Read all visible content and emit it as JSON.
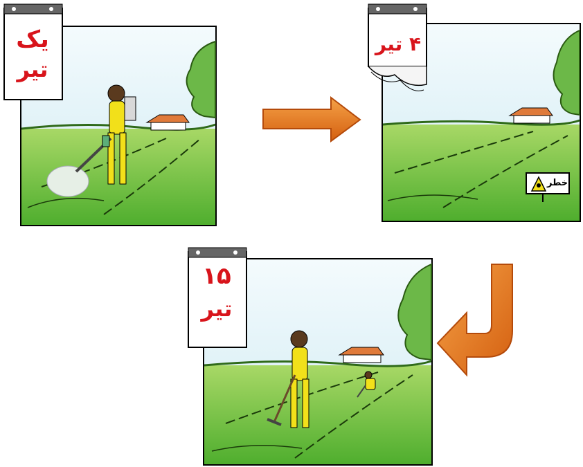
{
  "panels": [
    {
      "day_line1": "یک",
      "day_line2": "تیر"
    },
    {
      "day_line1": "۴ تیر",
      "warning_sign": "خطر",
      "sign_icon": "hazard-skull-icon"
    },
    {
      "day_line1": "۱۵",
      "day_line2": "تیر"
    }
  ],
  "colors": {
    "calendar_text": "#d8141b",
    "arrow": "#e8741c",
    "suit": "#f2e01a",
    "field": "#7cc43a",
    "sky": "#dff1f8"
  }
}
